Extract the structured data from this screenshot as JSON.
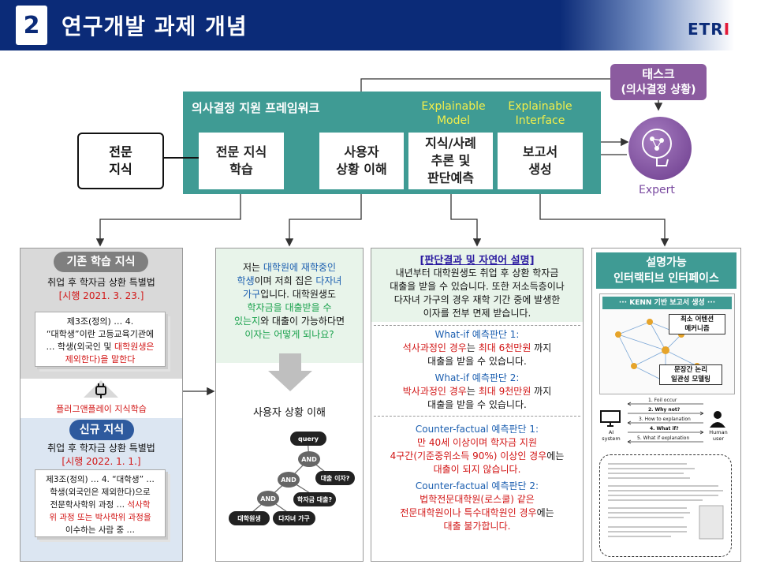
{
  "header": {
    "number": "2",
    "title": "연구개발 과제 개념",
    "logo_main": "ETR",
    "logo_accent": "I"
  },
  "framework": {
    "title": "의사결정 지원 프레임워크",
    "xai_model": [
      "Explainable",
      "Model"
    ],
    "xai_interface": [
      "Explainable",
      "Interface"
    ],
    "boxes": [
      {
        "lines": [
          "전문 지식",
          "학습"
        ]
      },
      {
        "lines": [
          "사용자",
          "상황 이해"
        ]
      },
      {
        "lines": [
          "지식/사례",
          "추론 및",
          "판단예측"
        ]
      },
      {
        "lines": [
          "보고서",
          "생성"
        ]
      }
    ],
    "expert_knowledge": [
      "전문",
      "지식"
    ]
  },
  "task": {
    "lines": [
      "태스크",
      "(의사결정 상황)"
    ]
  },
  "expert": {
    "label": "Expert"
  },
  "panel1": {
    "existing_label": "기존 학습 지식",
    "existing_law": [
      "취업 후 학자금 상환 특별법",
      "[시행 2021. 3. 23.]"
    ],
    "existing_clause": {
      "a": "제3조(정의) … 4.",
      "b": "“대학생”이란 고등교육기관에",
      "c": "… 학생(외국인 및 ",
      "d": "대학원생은",
      "e": "제외한다)을 말한다"
    },
    "plug_icon": "plug-icon",
    "plug_label": "플러그앤플레이 지식학습",
    "new_label": "신규 지식",
    "new_law": [
      "취업 후 학자금 상환 특별법",
      "[시행 2022. 1. 1.]"
    ],
    "new_clause": {
      "a": "제3조(정의) … 4. “대학생” …",
      "b": "학생(외국인은 제외한다)으로",
      "c": "전문학사학위 과정 … ",
      "d": "석사학",
      "e": "위 과정 또는 박사학위 과정을",
      "f": "이수하는 사람 중 …"
    }
  },
  "panel2": {
    "q1": "저는 ",
    "q2": "대학원에 재학중인",
    "q3": "학생",
    "q4": "이며 저희 집은 ",
    "q5": "다자녀",
    "q6": "가구",
    "q7": "입니다. 대학원생도",
    "q8": "학자금을 대출받을 수",
    "q9": "있는지",
    "q10": "와 대출이 가능하다면",
    "q11": "이자는 어떻게 되나요?",
    "subtitle": "사용자 상황 이해",
    "nodes": {
      "query": "query",
      "and1": "AND",
      "and2": "AND",
      "and3": "AND",
      "loan_interest": "대출 이자?",
      "loan": "학자금 대출?",
      "grad": "대학원생",
      "multi": "다자녀 가구"
    }
  },
  "panel3": {
    "title": "[판단결과 및 자연어 설명]",
    "intro": [
      "내년부터 대학원생도 취업 후 상환 학자금",
      "대출을 받을 수 있습니다. 또한 저소득층이나",
      "다자녀 가구의 경우 재학 기간 중에 발생한",
      "이자를 전부 면제 받습니다."
    ],
    "w1_title": "What-if 예측판단 1:",
    "w1_a": "석사과정인 경우",
    "w1_b": "는 ",
    "w1_c": "최대 6천만원",
    "w1_d": " 까지",
    "w1_e": "대출을 받을 수 있습니다.",
    "w2_title": "What-if 예측판단 2:",
    "w2_a": "박사과정인 경우",
    "w2_b": "는 ",
    "w2_c": "최대 9천만원",
    "w2_d": " 까지",
    "w2_e": "대출을 받을 수 있습니다.",
    "c1_title": "Counter-factual 예측판단 1:",
    "c1_a": "만 40세 이상이며 학자금 지원",
    "c1_b": "4구간(기준중위소득 90%) 이상인 경우",
    "c1_c": "에는",
    "c1_d": "대출이 되지 않습니다.",
    "c2_title": "Counter-factual 예측판단 2:",
    "c2_a": "법학전문대학원(로스쿨) 같은",
    "c2_b": "전문대학원이나 특수대학원인 경우",
    "c2_c": "에는",
    "c2_d": "대출 불가합니다."
  },
  "panel4": {
    "title": [
      "설명가능",
      "인터랙티브 인터페이스"
    ],
    "kenn": "KENN 기반 보고서 생성",
    "tag1": [
      "최소 어텐션",
      "메커니즘"
    ],
    "tag2": [
      "문장간 논리",
      "일관성 모델링"
    ],
    "flow": [
      "1. Foil occur",
      "2. Why not?",
      "3. How to explanation",
      "4. What if?",
      "5. What if explanation"
    ],
    "ai_label": [
      "AI",
      "system"
    ],
    "human_label": [
      "Human",
      "user"
    ]
  }
}
